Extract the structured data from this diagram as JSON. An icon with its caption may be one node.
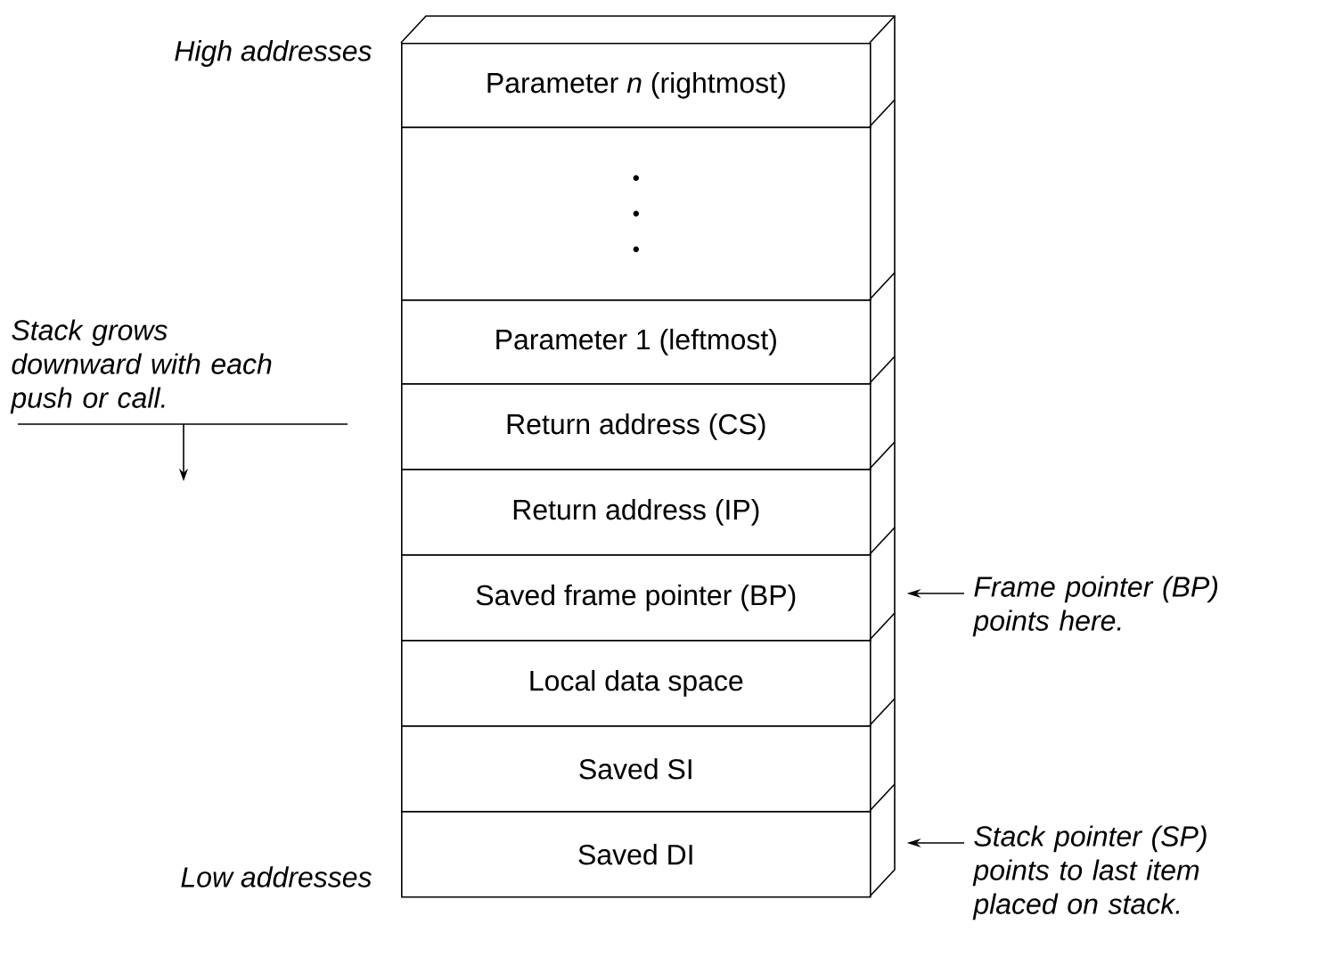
{
  "diagram": {
    "nodes": [
      {
        "text": [
          "Parameter *n* (rightmost)"
        ]
      },
      {
        "text": [],
        "shape": "box"
      },
      {
        "text": [
          "Parameter 1 (leftmost)"
        ]
      },
      {
        "text": [
          "Return address (CS)"
        ]
      },
      {
        "text": [
          "Return address (IP)"
        ]
      },
      {
        "text": [
          "Saved frame pointer (BP)"
        ]
      },
      {
        "text": [
          "Local data space"
        ]
      },
      {
        "text": [
          "Saved SI"
        ]
      },
      {
        "text": [
          "Saved DI"
        ]
      },
      {
        "text": [
          "Frame pointer (BP) points here."
        ]
      },
      {
        "text": [
          "Stack pointer (SP) points to last item placed on stack."
        ]
      }
    ],
    "edges": [
      {
        "from": 9,
        "to": 5,
        "arrow": "to"
      },
      {
        "from": 10,
        "to": 8,
        "arrow": "to"
      }
    ],
    "labels": [
      "High addresses",
      "Stack grows downward with each push or call.",
      "Low addresses"
    ]
  }
}
